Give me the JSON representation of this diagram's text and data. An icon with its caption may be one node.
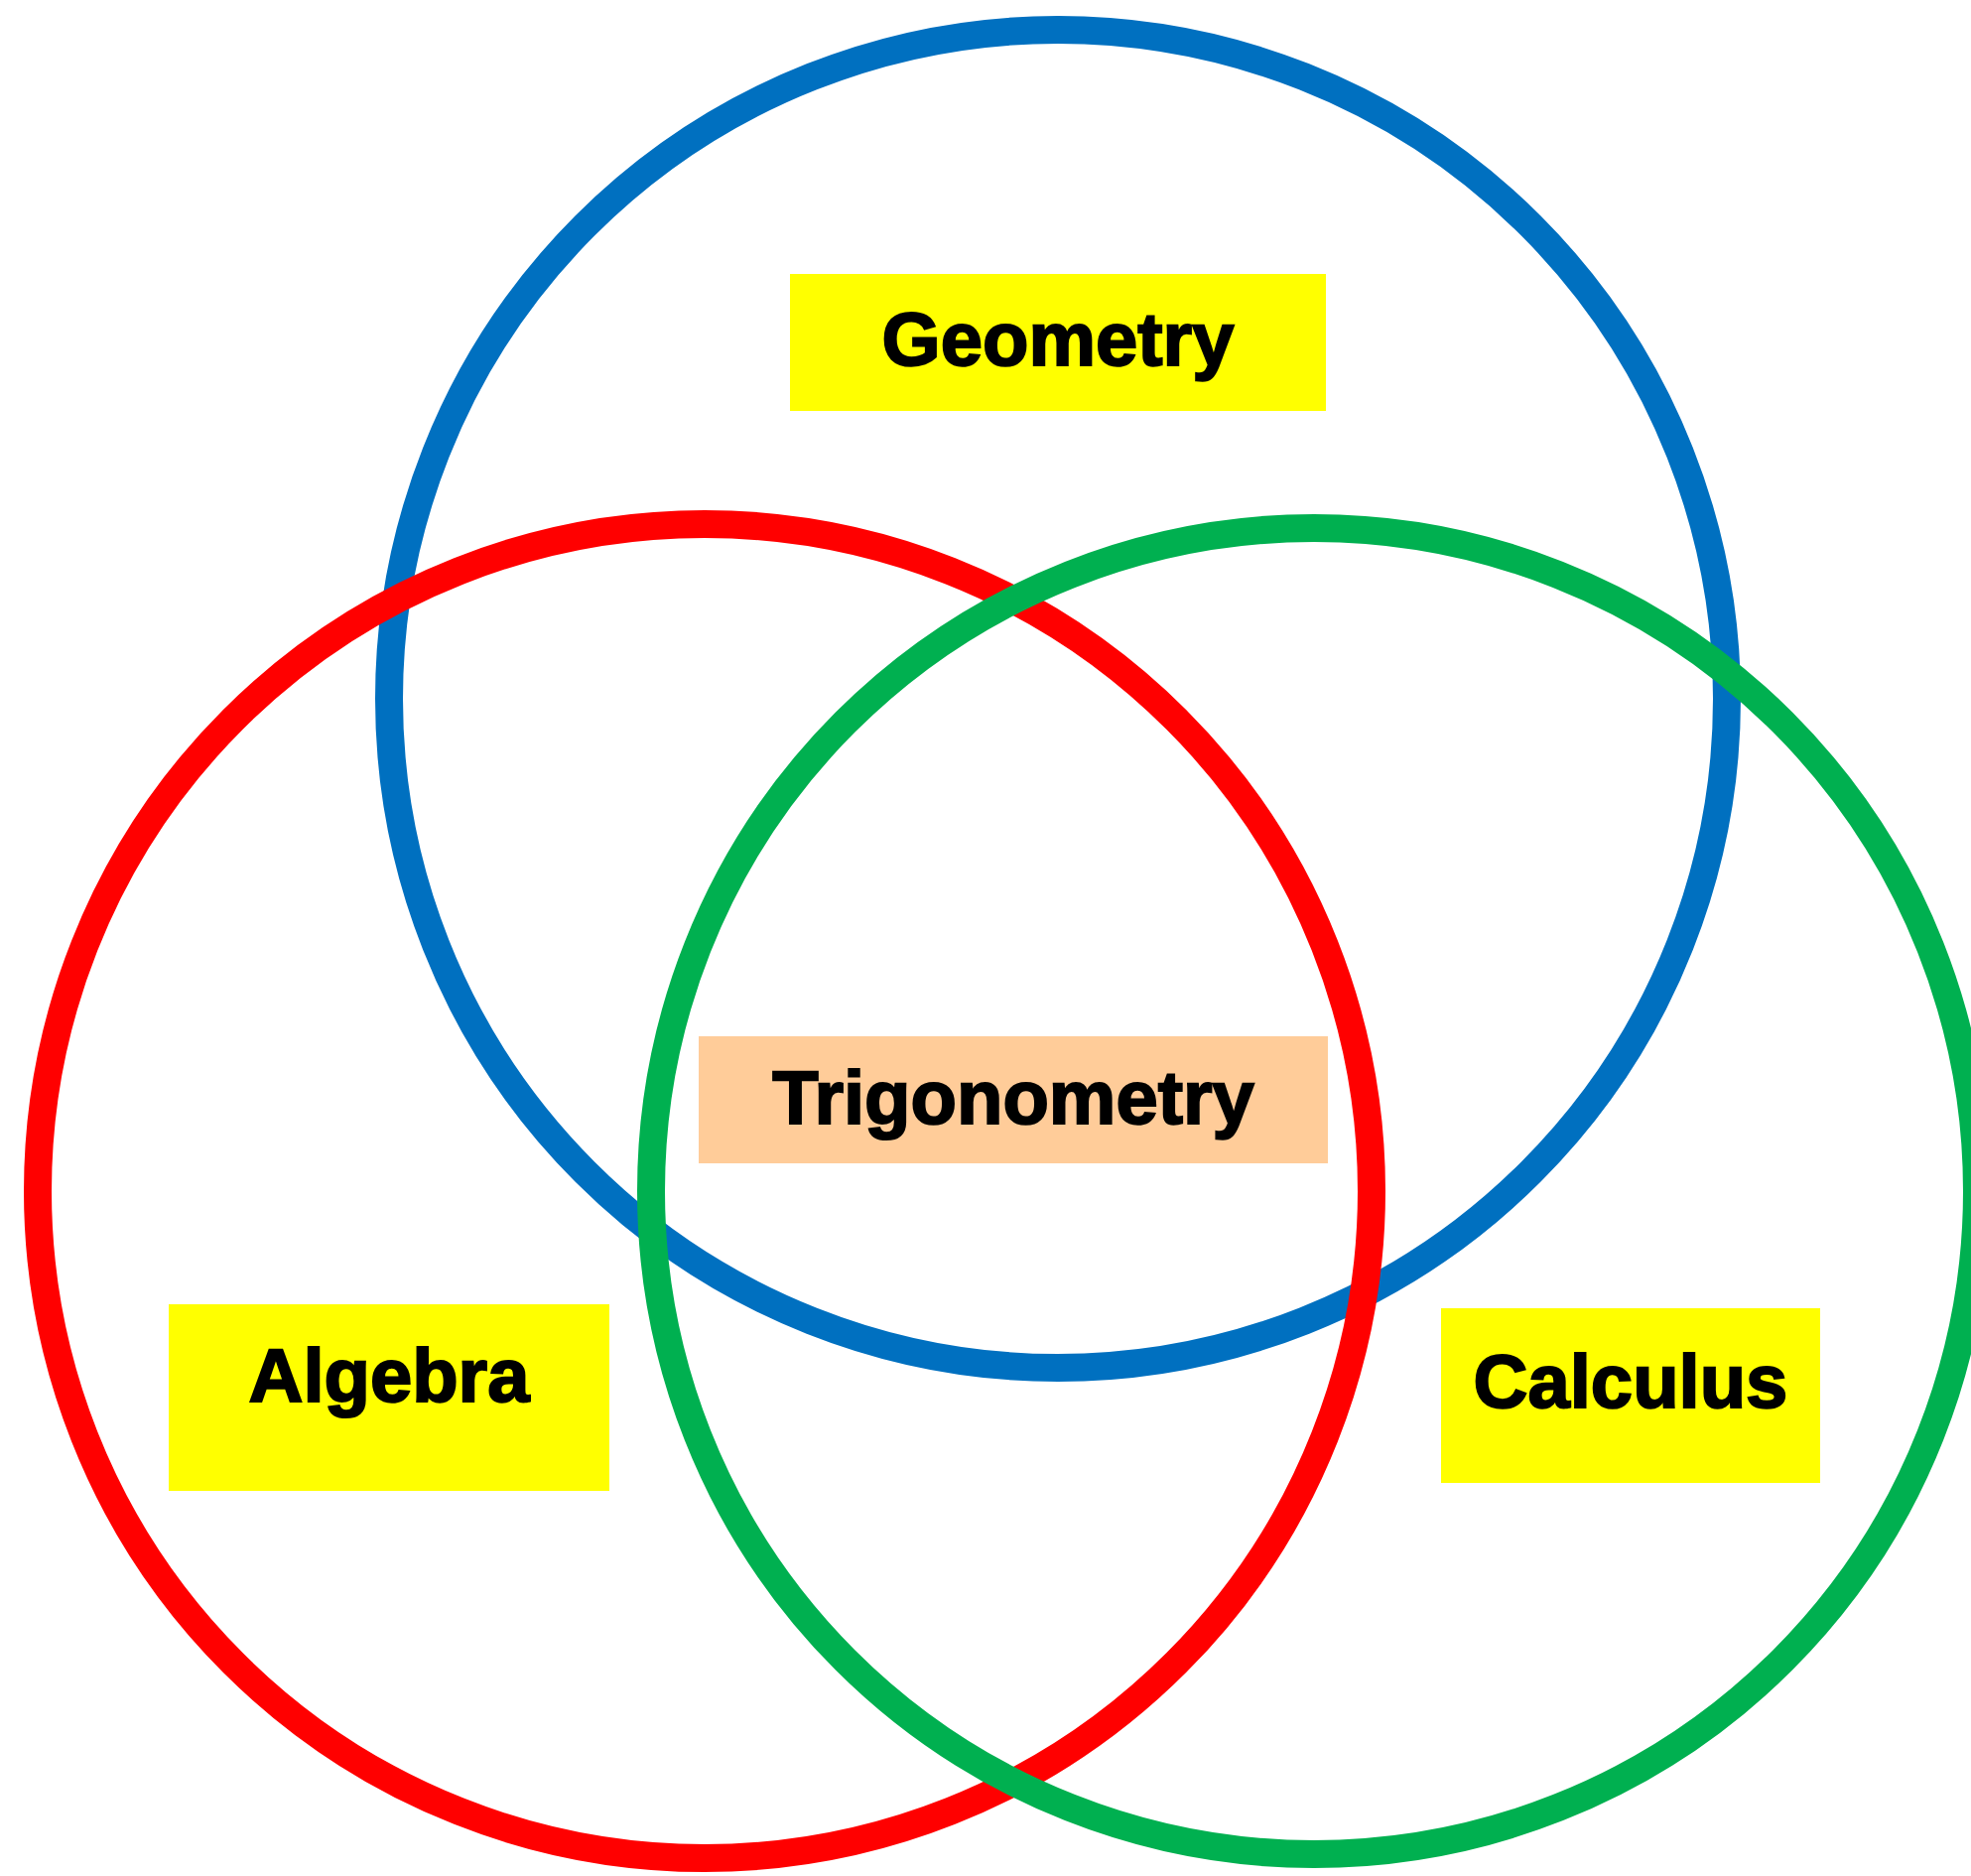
{
  "diagram": {
    "nodes": [
      {
        "text": [
          "Geometry"
        ]
      },
      {
        "text": [
          "Trigonometry"
        ]
      },
      {
        "text": [
          "Algebra"
        ]
      },
      {
        "text": [
          "Calculus"
        ]
      }
    ]
  }
}
